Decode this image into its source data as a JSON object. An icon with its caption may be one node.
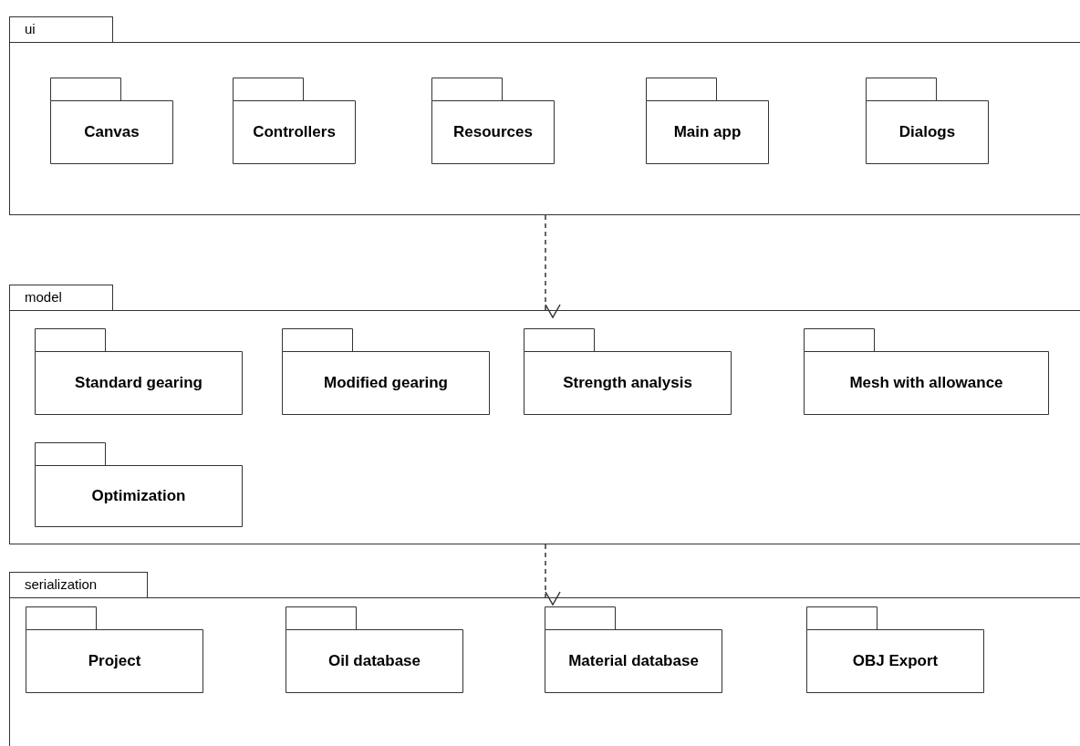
{
  "diagram": {
    "nodes": [
      {
        "text": [
          "ui"
        ]
      },
      {
        "text": [
          "Canvas"
        ],
        "in": 0
      },
      {
        "text": [
          "Controllers"
        ],
        "in": 0
      },
      {
        "text": [
          "Resources"
        ],
        "in": 0
      },
      {
        "text": [
          "Main app"
        ],
        "in": 0
      },
      {
        "text": [
          "Dialogs"
        ],
        "in": 0
      },
      {
        "text": [
          "model"
        ]
      },
      {
        "text": [
          "Standard gearing"
        ],
        "in": 6
      },
      {
        "text": [
          "Modified gearing"
        ],
        "in": 6
      },
      {
        "text": [
          "Strength analysis"
        ],
        "in": 6
      },
      {
        "text": [
          "Mesh with allowance"
        ],
        "in": 6
      },
      {
        "text": [
          "Optimization"
        ],
        "in": 6
      },
      {
        "text": [
          "serialization"
        ]
      },
      {
        "text": [
          "Project"
        ],
        "in": 12
      },
      {
        "text": [
          "Oil database"
        ],
        "in": 12
      },
      {
        "text": [
          "Material database"
        ],
        "in": 12
      },
      {
        "text": [
          "OBJ Export"
        ],
        "in": 12
      }
    ],
    "edges": [
      {
        "from": 0,
        "to": 6,
        "arrow": "to",
        "style": "dashed"
      },
      {
        "from": 6,
        "to": 12,
        "arrow": "to",
        "style": "dashed"
      }
    ]
  }
}
